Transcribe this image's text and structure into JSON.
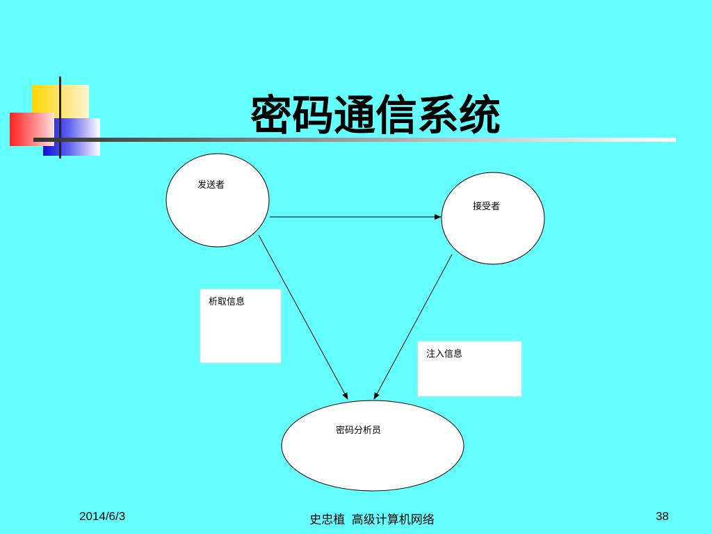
{
  "slide": {
    "title": "密码通信系统"
  },
  "diagram": {
    "nodes": [
      {
        "id": "sender",
        "label": "发送者"
      },
      {
        "id": "receiver",
        "label": "接受者"
      },
      {
        "id": "cryptanalyst",
        "label": "密码分析员"
      }
    ],
    "boxes": [
      {
        "id": "intercept",
        "label": "析取信息"
      },
      {
        "id": "inject",
        "label": "注入信息"
      }
    ],
    "edges": [
      {
        "from": "sender",
        "to": "receiver"
      },
      {
        "from": "sender",
        "to": "cryptanalyst"
      },
      {
        "from": "receiver",
        "to": "cryptanalyst"
      }
    ]
  },
  "footer": {
    "date": "2014/6/3",
    "course": "史忠植  高级计算机网络",
    "page_number": "38"
  },
  "colors": {
    "background": "#66FFFF",
    "deco_yellow": "#FFD700",
    "deco_red": "#FF3030",
    "deco_blue": "#2020E0"
  }
}
